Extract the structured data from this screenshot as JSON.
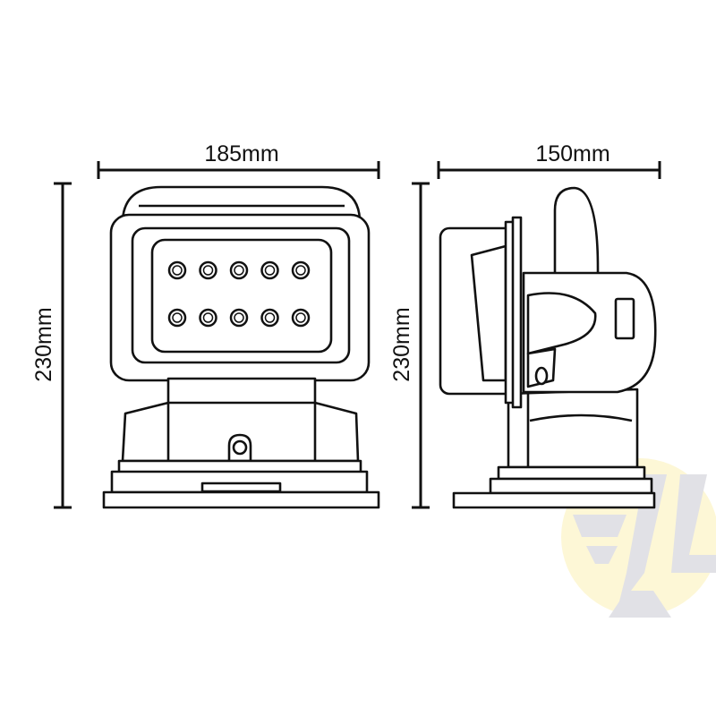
{
  "dimensions": {
    "front_width": "185mm",
    "front_height": "230mm",
    "side_depth": "150mm",
    "side_height": "230mm"
  },
  "views": {
    "front": {
      "led_count": 10,
      "led_rows": 2
    },
    "side": {}
  },
  "watermark": {
    "logo_text": "JL",
    "colors": {
      "circle": "#fdf6cf",
      "letters": "#d9d9de"
    }
  },
  "colors": {
    "line": "#111111",
    "background": "#ffffff"
  }
}
